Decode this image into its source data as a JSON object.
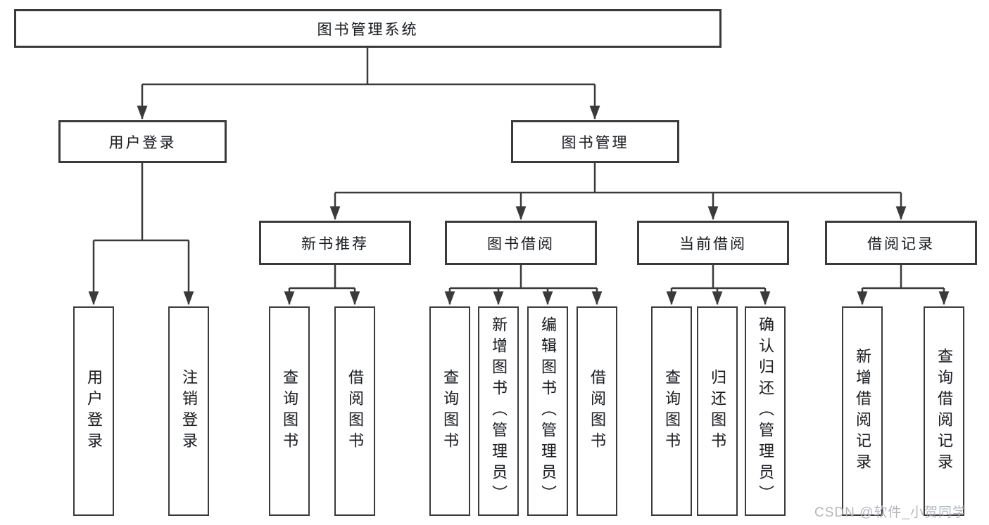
{
  "colors": {
    "line": "#3a3a3a",
    "box_border": "#3a3a3a",
    "text": "#1f1f1f",
    "watermark": "#aeb3ba",
    "background": "#ffffff"
  },
  "diagram": {
    "root": {
      "label": "图书管理系统"
    },
    "branches": [
      {
        "label": "用户登录",
        "children": [
          {
            "label": "用户登录"
          },
          {
            "label": "注销登录"
          }
        ]
      },
      {
        "label": "图书管理",
        "children": [
          {
            "label": "新书推荐",
            "children": [
              {
                "label": "查询图书"
              },
              {
                "label": "借阅图书"
              }
            ]
          },
          {
            "label": "图书借阅",
            "children": [
              {
                "label": "查询图书"
              },
              {
                "label": "新增图书（管理员）"
              },
              {
                "label": "编辑图书（管理员）"
              },
              {
                "label": "借阅图书"
              }
            ]
          },
          {
            "label": "当前借阅",
            "children": [
              {
                "label": "查询图书"
              },
              {
                "label": "归还图书"
              },
              {
                "label": "确认归还（管理员）"
              }
            ]
          },
          {
            "label": "借阅记录",
            "children": [
              {
                "label": "新增借阅记录"
              },
              {
                "label": "查询借阅记录"
              }
            ]
          }
        ]
      }
    ]
  },
  "watermark": {
    "text": "CSDN @软件_小贺同学"
  }
}
